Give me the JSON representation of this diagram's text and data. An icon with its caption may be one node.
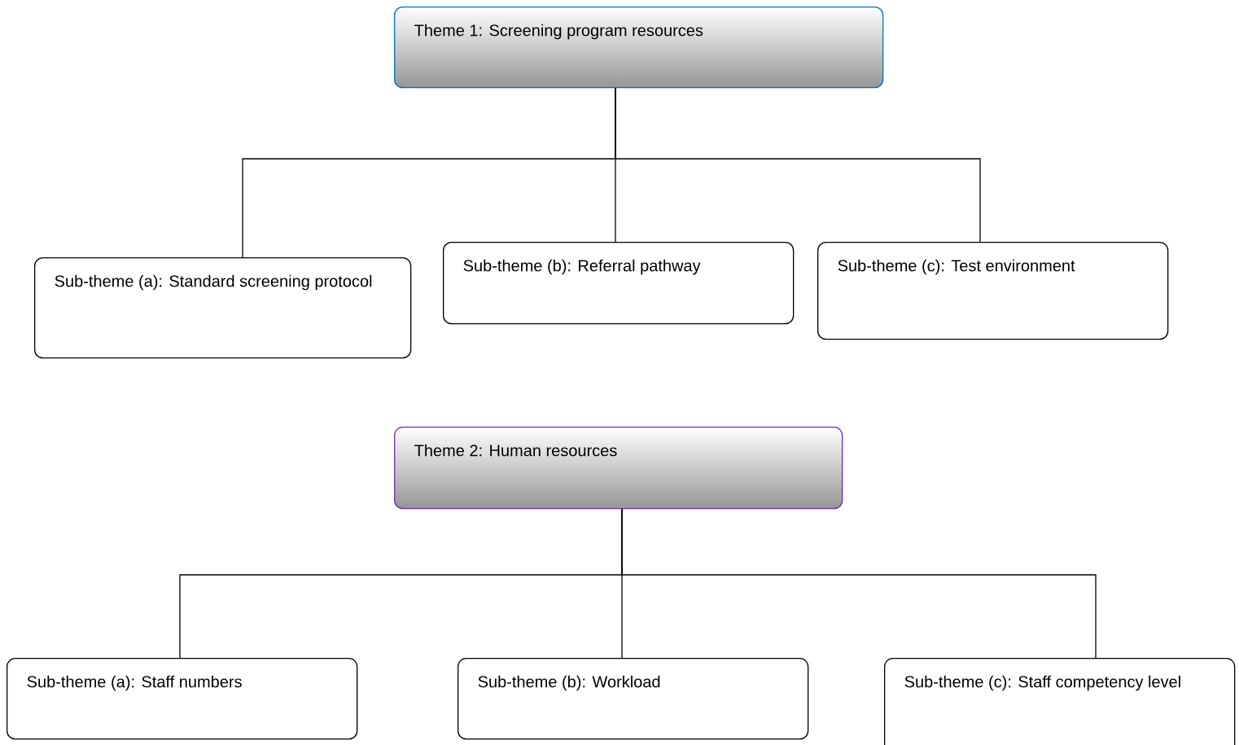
{
  "diagram": {
    "nodes": [
      {
        "text": [
          "Theme 1: Screening program resources"
        ]
      },
      {
        "text": [
          "Sub-theme (a): Standard screening protocol"
        ]
      },
      {
        "text": [
          "Sub-theme (b): Referral pathway"
        ]
      },
      {
        "text": [
          "Sub-theme (c): Test environment"
        ]
      },
      {
        "text": [
          "Theme 2: Human resources"
        ]
      },
      {
        "text": [
          "Sub-theme (a): Staff numbers"
        ]
      },
      {
        "text": [
          "Sub-theme (b): Workload"
        ]
      },
      {
        "text": [
          "Sub-theme (c): Staff competency level"
        ]
      }
    ],
    "edges": [
      {
        "from": 0,
        "to": 1,
        "arrow": "none"
      },
      {
        "from": 0,
        "to": 2,
        "arrow": "none"
      },
      {
        "from": 0,
        "to": 3,
        "arrow": "none"
      },
      {
        "from": 4,
        "to": 5,
        "arrow": "none"
      },
      {
        "from": 4,
        "to": 6,
        "arrow": "none"
      },
      {
        "from": 4,
        "to": 7,
        "arrow": "none"
      }
    ]
  }
}
